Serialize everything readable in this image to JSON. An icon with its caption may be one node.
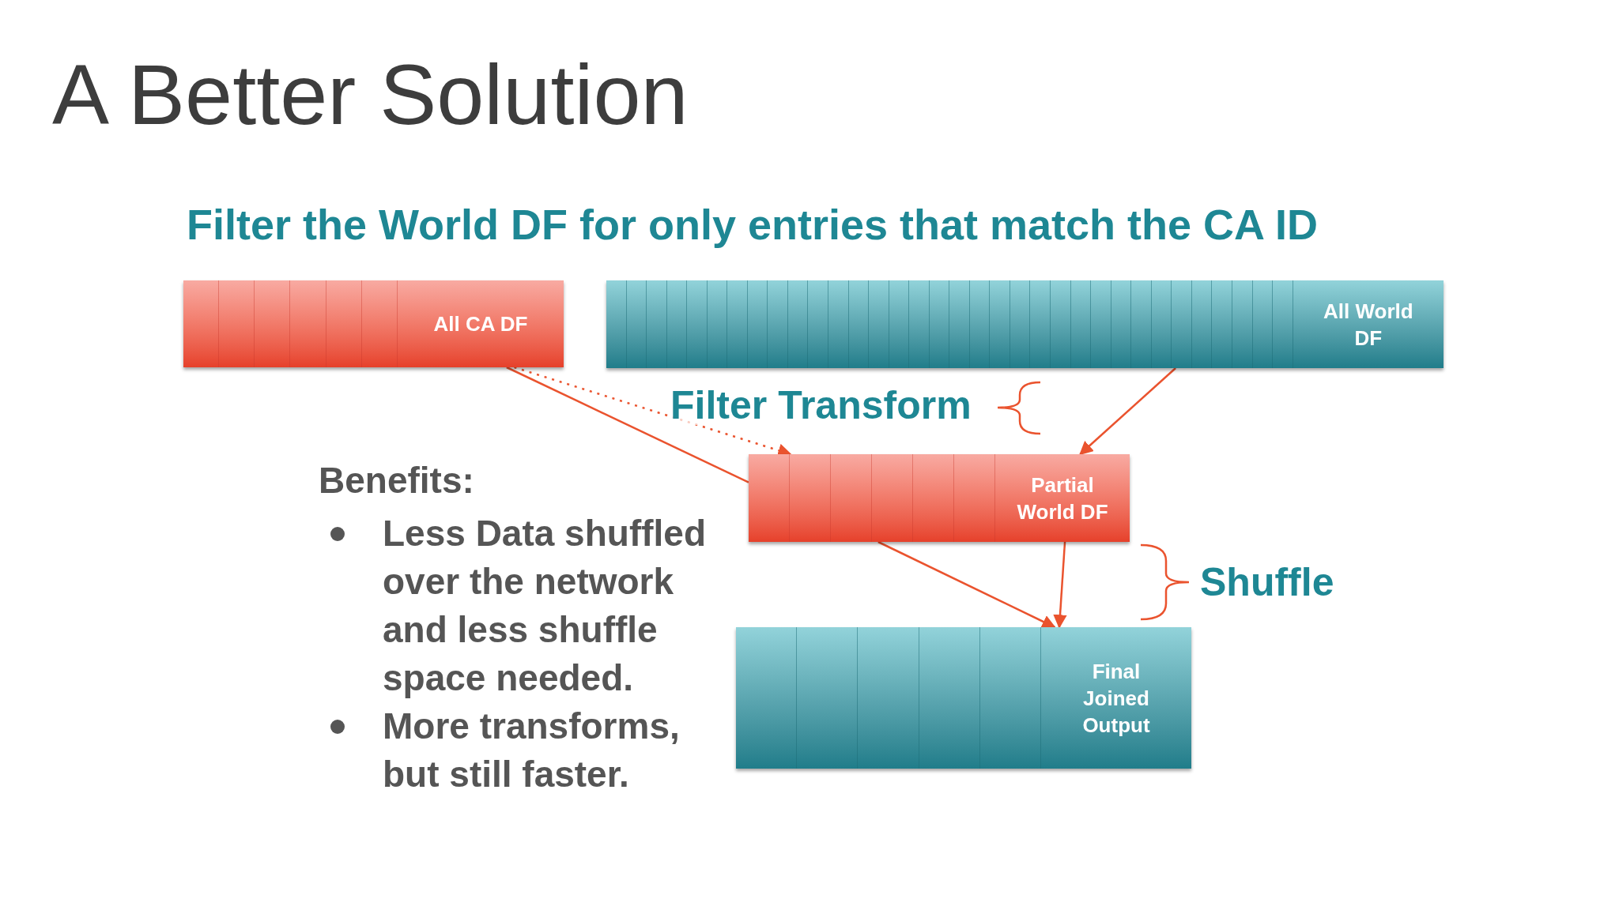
{
  "diagram": {
    "title": "A Better Solution",
    "nodes": [
      {
        "text": [
          "All CA DF"
        ]
      },
      {
        "text": [
          "All World DF"
        ]
      },
      {
        "text": [
          "Partial World DF"
        ]
      },
      {
        "text": [
          "Final Joined Output"
        ]
      }
    ],
    "edges": [
      {
        "from": 0,
        "to": 2,
        "arrow": "none"
      },
      {
        "from": 0,
        "to": 2,
        "arrow": "to",
        "style": "dashed"
      },
      {
        "from": 1,
        "to": 2,
        "arrow": "to"
      },
      {
        "from": 2,
        "to": 3,
        "arrow": "to"
      },
      {
        "from": 2,
        "to": 3,
        "arrow": "to"
      }
    ],
    "labels": [
      "Filter the World DF for only entries that match the CA ID",
      "Filter Transform",
      "Shuffle",
      "Benefits:",
      "Less Data shuffled over the network and less shuffle space needed.",
      "More transforms, but still faster."
    ]
  }
}
